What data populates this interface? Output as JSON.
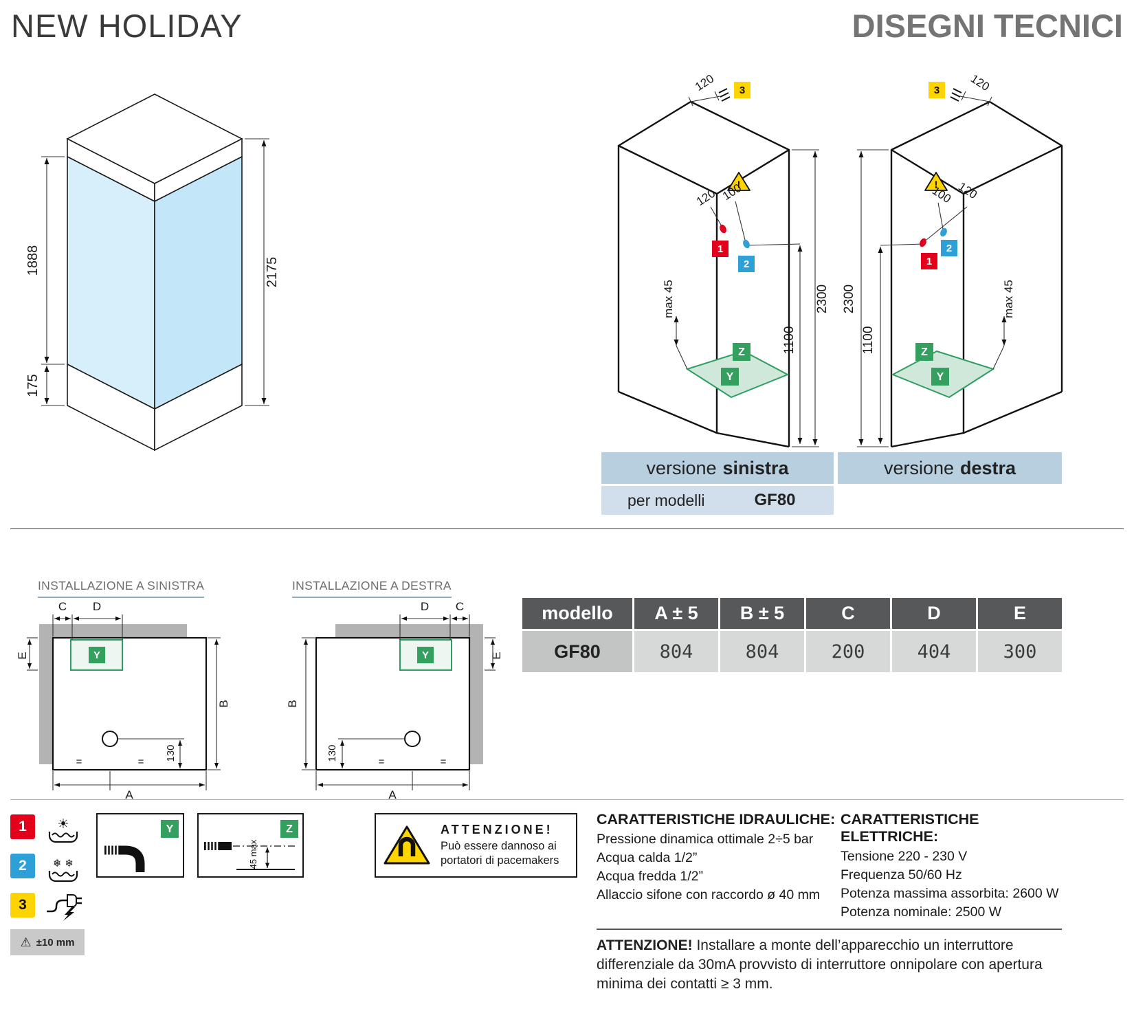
{
  "header": {
    "title": "NEW HOLIDAY",
    "subtitle": "DISEGNI TECNICI"
  },
  "iso": {
    "dim_body": "1888",
    "dim_base": "175",
    "dim_total": "2175"
  },
  "views": {
    "left": {
      "top_dim": "120",
      "badge_3": "3",
      "dim_hot": "120",
      "dim_cold": "100",
      "badge_1": "1",
      "badge_2": "2",
      "max_45": "max 45",
      "dim_total": "2300",
      "dim_mixer": "1100",
      "badge_z": "Z",
      "badge_y": "Y",
      "caption_normal": "versione",
      "caption_bold": "sinistra"
    },
    "right": {
      "top_dim": "120",
      "badge_3": "3",
      "dim_hot": "120",
      "dim_cold": "100",
      "badge_1": "1",
      "badge_2": "2",
      "max_45": "max 45",
      "dim_total": "2300",
      "dim_mixer": "1100",
      "badge_z": "Z",
      "badge_y": "Y",
      "caption_normal": "versione",
      "caption_bold": "destra"
    },
    "models_label": "per modelli",
    "model": "GF80"
  },
  "plans": {
    "left": {
      "title": "INSTALLAZIONE A SINISTRA",
      "dim_c": "C",
      "dim_d": "D",
      "dim_e": "E",
      "dim_b": "B",
      "dim_a": "A",
      "dim_130": "130",
      "badge_y": "Y",
      "eq_left": "=",
      "eq_right": "="
    },
    "right": {
      "title": "INSTALLAZIONE A DESTRA",
      "dim_c": "C",
      "dim_d": "D",
      "dim_e": "E",
      "dim_b": "B",
      "dim_a": "A",
      "dim_130": "130",
      "badge_y": "Y",
      "eq_left": "=",
      "eq_right": "="
    }
  },
  "table": {
    "headers": [
      "modello",
      "A ± 5",
      "B ± 5",
      "C",
      "D",
      "E"
    ],
    "row": [
      "GF80",
      "804",
      "804",
      "200",
      "404",
      "300"
    ]
  },
  "legend": {
    "badge_1": "1",
    "badge_2": "2",
    "badge_3": "3",
    "tolerance": "±10 mm",
    "badge_y": "Y",
    "badge_z": "Z",
    "z_dim": "45 max",
    "attention_title": "ATTENZIONE!",
    "attention_line1": "Può essere dannoso ai",
    "attention_line2": "portatori di pacemakers"
  },
  "specs": {
    "hydraulic_title": "CARATTERISTICHE IDRAULICHE:",
    "hydraulic_lines": [
      "Pressione dinamica ottimale 2÷5 bar",
      "Acqua calda 1/2”",
      "Acqua fredda 1/2”",
      "Allaccio sifone con raccordo ø 40 mm"
    ],
    "electric_title": "CARATTERISTICHE ELETTRICHE:",
    "electric_lines": [
      "Tensione 220 - 230 V",
      "Frequenza 50/60 Hz",
      "Potenza massima assorbita: 2600 W",
      "Potenza nominale: 2500 W"
    ],
    "warning_bold": "ATTENZIONE!",
    "warning_text": "Installare a monte dell’apparecchio un interruttore differenziale da 30mA provvisto di interruttore onnipolare con apertura minima dei contatti ≥ 3 mm."
  },
  "icons": {
    "sun": "☀",
    "snowflakes": "❄ ❄",
    "warning": "⚠",
    "exclamation": "!"
  },
  "colors": {
    "accent_red": "#e2001a",
    "accent_blue": "#2f9fd8",
    "accent_yellow": "#fdd400",
    "accent_green": "#33a05f",
    "glass_blue": "#cfeafa",
    "band_blue": "#b7cfdf"
  }
}
